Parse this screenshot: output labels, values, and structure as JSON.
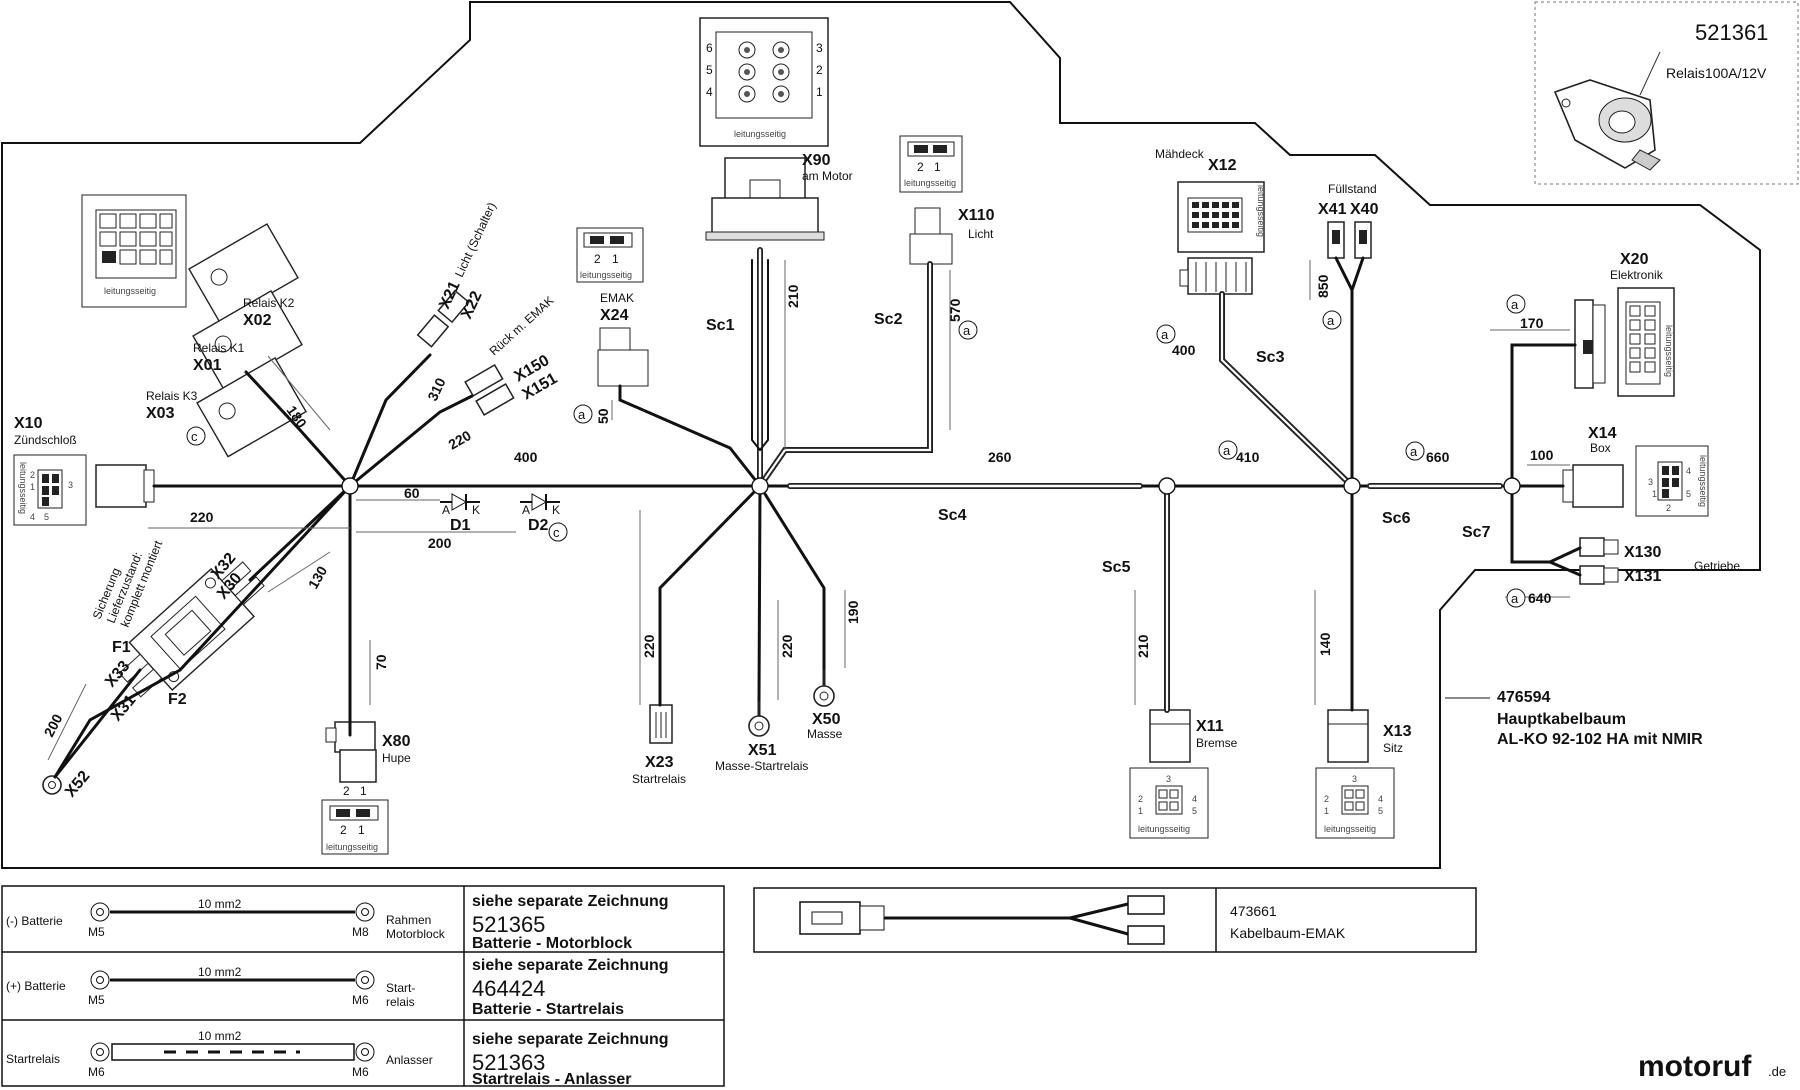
{
  "relay_box": {
    "part_number": "521361",
    "name": "Relais100A/12V"
  },
  "main_harness": {
    "part_number": "476594",
    "name": "Hauptkabelbaum",
    "model": "AL-KO 92-102 HA mit NMIR"
  },
  "connector_pins": {
    "x90_left": [
      "6",
      "5",
      "4"
    ],
    "x90_right": [
      "3",
      "2",
      "1"
    ],
    "twin": [
      "2",
      "1"
    ],
    "x10": [
      "2",
      "1",
      "3",
      "4",
      "5"
    ],
    "x11": [
      "3",
      "2",
      "1",
      "4",
      "5"
    ],
    "x14": [
      "3",
      "1",
      "2",
      "4",
      "5"
    ]
  },
  "leitungsseitig": "leitungsseitig",
  "connectors": {
    "x90": {
      "id": "X90",
      "desc": "am Motor"
    },
    "x110": {
      "id": "X110",
      "desc": "Licht"
    },
    "x12": {
      "id": "X12",
      "group": "Mähdeck"
    },
    "x41": {
      "id": "X41"
    },
    "x40": {
      "id": "X40"
    },
    "fuell": {
      "group": "Füllstand"
    },
    "x20": {
      "id": "X20",
      "desc": "Elektronik"
    },
    "x24": {
      "id": "X24",
      "desc": "EMAK"
    },
    "x10": {
      "id": "X10",
      "desc": "Zündschloß"
    },
    "x14": {
      "id": "X14",
      "desc": "Box"
    },
    "x21": {
      "id": "X21"
    },
    "x22": {
      "id": "X22"
    },
    "licht_schalter": "Licht (Schalter)",
    "x150": {
      "id": "X150"
    },
    "x151": {
      "id": "X151"
    },
    "rueck": "Rück m. EMAK",
    "x02": {
      "id": "X02",
      "desc": "Relais K2"
    },
    "x01": {
      "id": "X01",
      "desc": "Relais K1"
    },
    "x03": {
      "id": "X03",
      "desc": "Relais K3"
    },
    "x130": {
      "id": "X130"
    },
    "x131": {
      "id": "X131"
    },
    "getriebe": "Getriebe",
    "x80": {
      "id": "X80",
      "desc": "Hupe"
    },
    "x23": {
      "id": "X23",
      "desc": "Startrelais"
    },
    "x51": {
      "id": "X51",
      "desc": "Masse-Startrelais"
    },
    "x50": {
      "id": "X50",
      "desc": "Masse"
    },
    "x11": {
      "id": "X11",
      "desc": "Bremse"
    },
    "x13": {
      "id": "X13",
      "desc": "Sitz"
    },
    "x32": {
      "id": "X32"
    },
    "x30": {
      "id": "X30"
    },
    "x33": {
      "id": "X33"
    },
    "x31": {
      "id": "X31"
    },
    "x52": {
      "id": "X52"
    },
    "f1": "F1",
    "f2": "F2",
    "sicherung": [
      "Sicherung",
      "Lieferzustand:",
      "komplett montiert"
    ]
  },
  "cables": {
    "sc1": "Sc1",
    "sc2": "Sc2",
    "sc3": "Sc3",
    "sc4": "Sc4",
    "sc5": "Sc5",
    "sc6": "Sc6",
    "sc7": "Sc7"
  },
  "dimensions": {
    "d210a": "210",
    "d570": "570",
    "d400a": "400",
    "d850": "850",
    "d170": "170",
    "d50": "50",
    "d180": "180",
    "d310": "310",
    "d220a": "220",
    "d400b": "400",
    "d260": "260",
    "d410": "410",
    "d660": "660",
    "d100": "100",
    "d220b": "220",
    "d60": "60",
    "d200a": "200",
    "d130": "130",
    "d200b": "200",
    "d70": "70",
    "d220c": "220",
    "d220d": "220",
    "d190": "190",
    "d210b": "210",
    "d140": "140",
    "d640": "640"
  },
  "diodes": {
    "d1": "D1",
    "d2": "D2",
    "anode": "A",
    "kathode": "K"
  },
  "markers": {
    "a": "a",
    "c": "c"
  },
  "legend": [
    {
      "left": "(-) Batterie",
      "size": "10 mm2",
      "m_left": "M5",
      "m_right": "M8",
      "right": [
        "Rahmen",
        "Motorblock"
      ],
      "note": "siehe separate Zeichnung",
      "part": "521365",
      "title": "Batterie - Motorblock"
    },
    {
      "left": "(+) Batterie",
      "size": "10 mm2",
      "m_left": "M5",
      "m_right": "M6",
      "right": [
        "Start-",
        "relais"
      ],
      "note": "siehe separate Zeichnung",
      "part": "464424",
      "title": "Batterie - Startrelais"
    },
    {
      "left": "Startrelais",
      "size": "10 mm2",
      "m_left": "M6",
      "m_right": "M6",
      "right": [
        "Anlasser"
      ],
      "note": "siehe separate Zeichnung",
      "part": "521363",
      "title": "Startrelais - Anlasser"
    }
  ],
  "emak_box": {
    "part_number": "473661",
    "name": "Kabelbaum-EMAK"
  },
  "watermark": {
    "brand": "motoruf",
    "tld": ".de"
  }
}
